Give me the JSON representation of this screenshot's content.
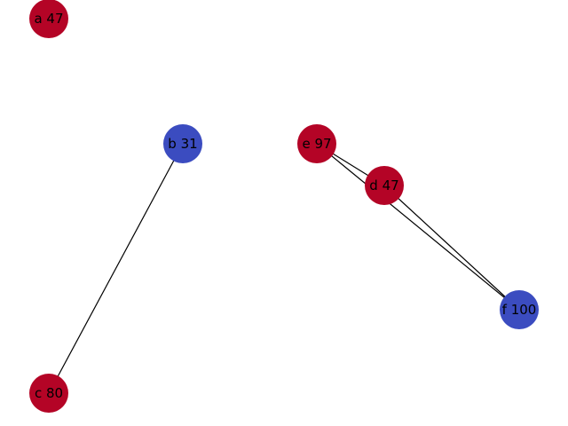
{
  "graph": {
    "colors": {
      "red": "#b40426",
      "blue": "#3b4cc0",
      "edge": "#000000",
      "label": "#000000"
    },
    "nodes": [
      {
        "id": "a",
        "label": "a 47",
        "color": "#b40426"
      },
      {
        "id": "b",
        "label": "b 31",
        "color": "#3b4cc0"
      },
      {
        "id": "c",
        "label": "c 80",
        "color": "#b40426"
      },
      {
        "id": "d",
        "label": "d 47",
        "color": "#b40426"
      },
      {
        "id": "e",
        "label": "e 97",
        "color": "#b40426"
      },
      {
        "id": "f",
        "label": "f 100",
        "color": "#3b4cc0"
      }
    ],
    "edges": [
      {
        "source": "b",
        "target": "c"
      },
      {
        "source": "e",
        "target": "d"
      },
      {
        "source": "e",
        "target": "f"
      },
      {
        "source": "d",
        "target": "f"
      }
    ]
  }
}
